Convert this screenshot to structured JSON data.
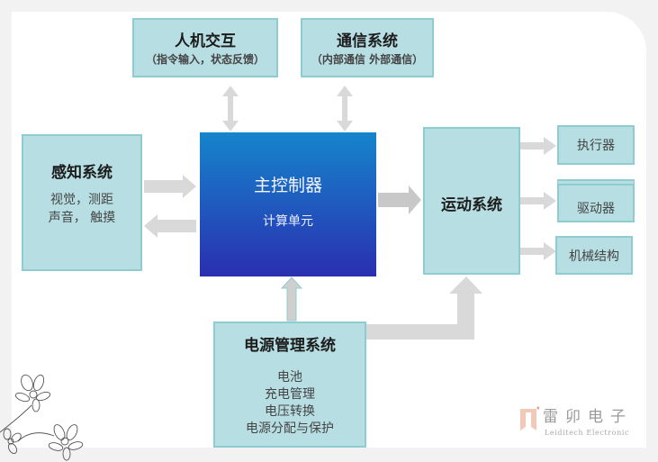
{
  "diagram": {
    "hmi": {
      "title": "人机交互",
      "subtitle": "（指令输入，状态反馈）"
    },
    "comm": {
      "title": "通信系统",
      "subtitle": "（内部通信 外部通信）"
    },
    "perception": {
      "title": "感知系统",
      "lines": [
        "视觉，测距",
        "声音， 触摸"
      ]
    },
    "controller": {
      "title": "主控制器",
      "subtitle": "计算单元"
    },
    "motion": {
      "title": "运动系统"
    },
    "outputs": [
      "执行器",
      "驱动器",
      "机械结构"
    ],
    "power": {
      "title": "电源管理系统",
      "lines": [
        "电池",
        "充电管理",
        "电压转换",
        "电源分配与保护"
      ]
    },
    "colors": {
      "box_fill": "#b7dee2",
      "box_border": "#8fccd2",
      "arrow": "#d9d9d9",
      "controller_top": "#1585cc",
      "controller_bottom": "#2a2fb0"
    }
  },
  "watermark": {
    "cn": "雷卯电子",
    "en": "Leiditech Electronic"
  }
}
